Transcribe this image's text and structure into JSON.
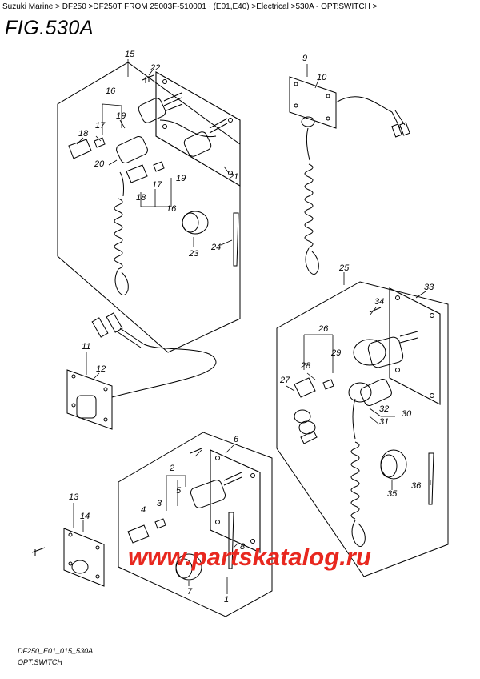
{
  "breadcrumb": {
    "items": [
      "Suzuki Marine",
      "DF250",
      "DF250T FROM 25003F-510001~ (E01,E40)",
      "Electrical",
      "530A - OPT:SWITCH"
    ]
  },
  "figure_title": "FIG.530A",
  "callouts": [
    "1",
    "2",
    "3",
    "4",
    "5",
    "6",
    "7",
    "8",
    "9",
    "10",
    "11",
    "12",
    "13",
    "14",
    "15",
    "16",
    "16",
    "17",
    "17",
    "18",
    "18",
    "19",
    "19",
    "20",
    "21",
    "22",
    "23",
    "24",
    "25",
    "26",
    "27",
    "28",
    "29",
    "30",
    "31",
    "32",
    "33",
    "34",
    "35",
    "36"
  ],
  "watermark": "www.partskatalog.ru",
  "footer": {
    "code": "DF250_E01_015_530A",
    "caption": "OPT:SWITCH"
  }
}
